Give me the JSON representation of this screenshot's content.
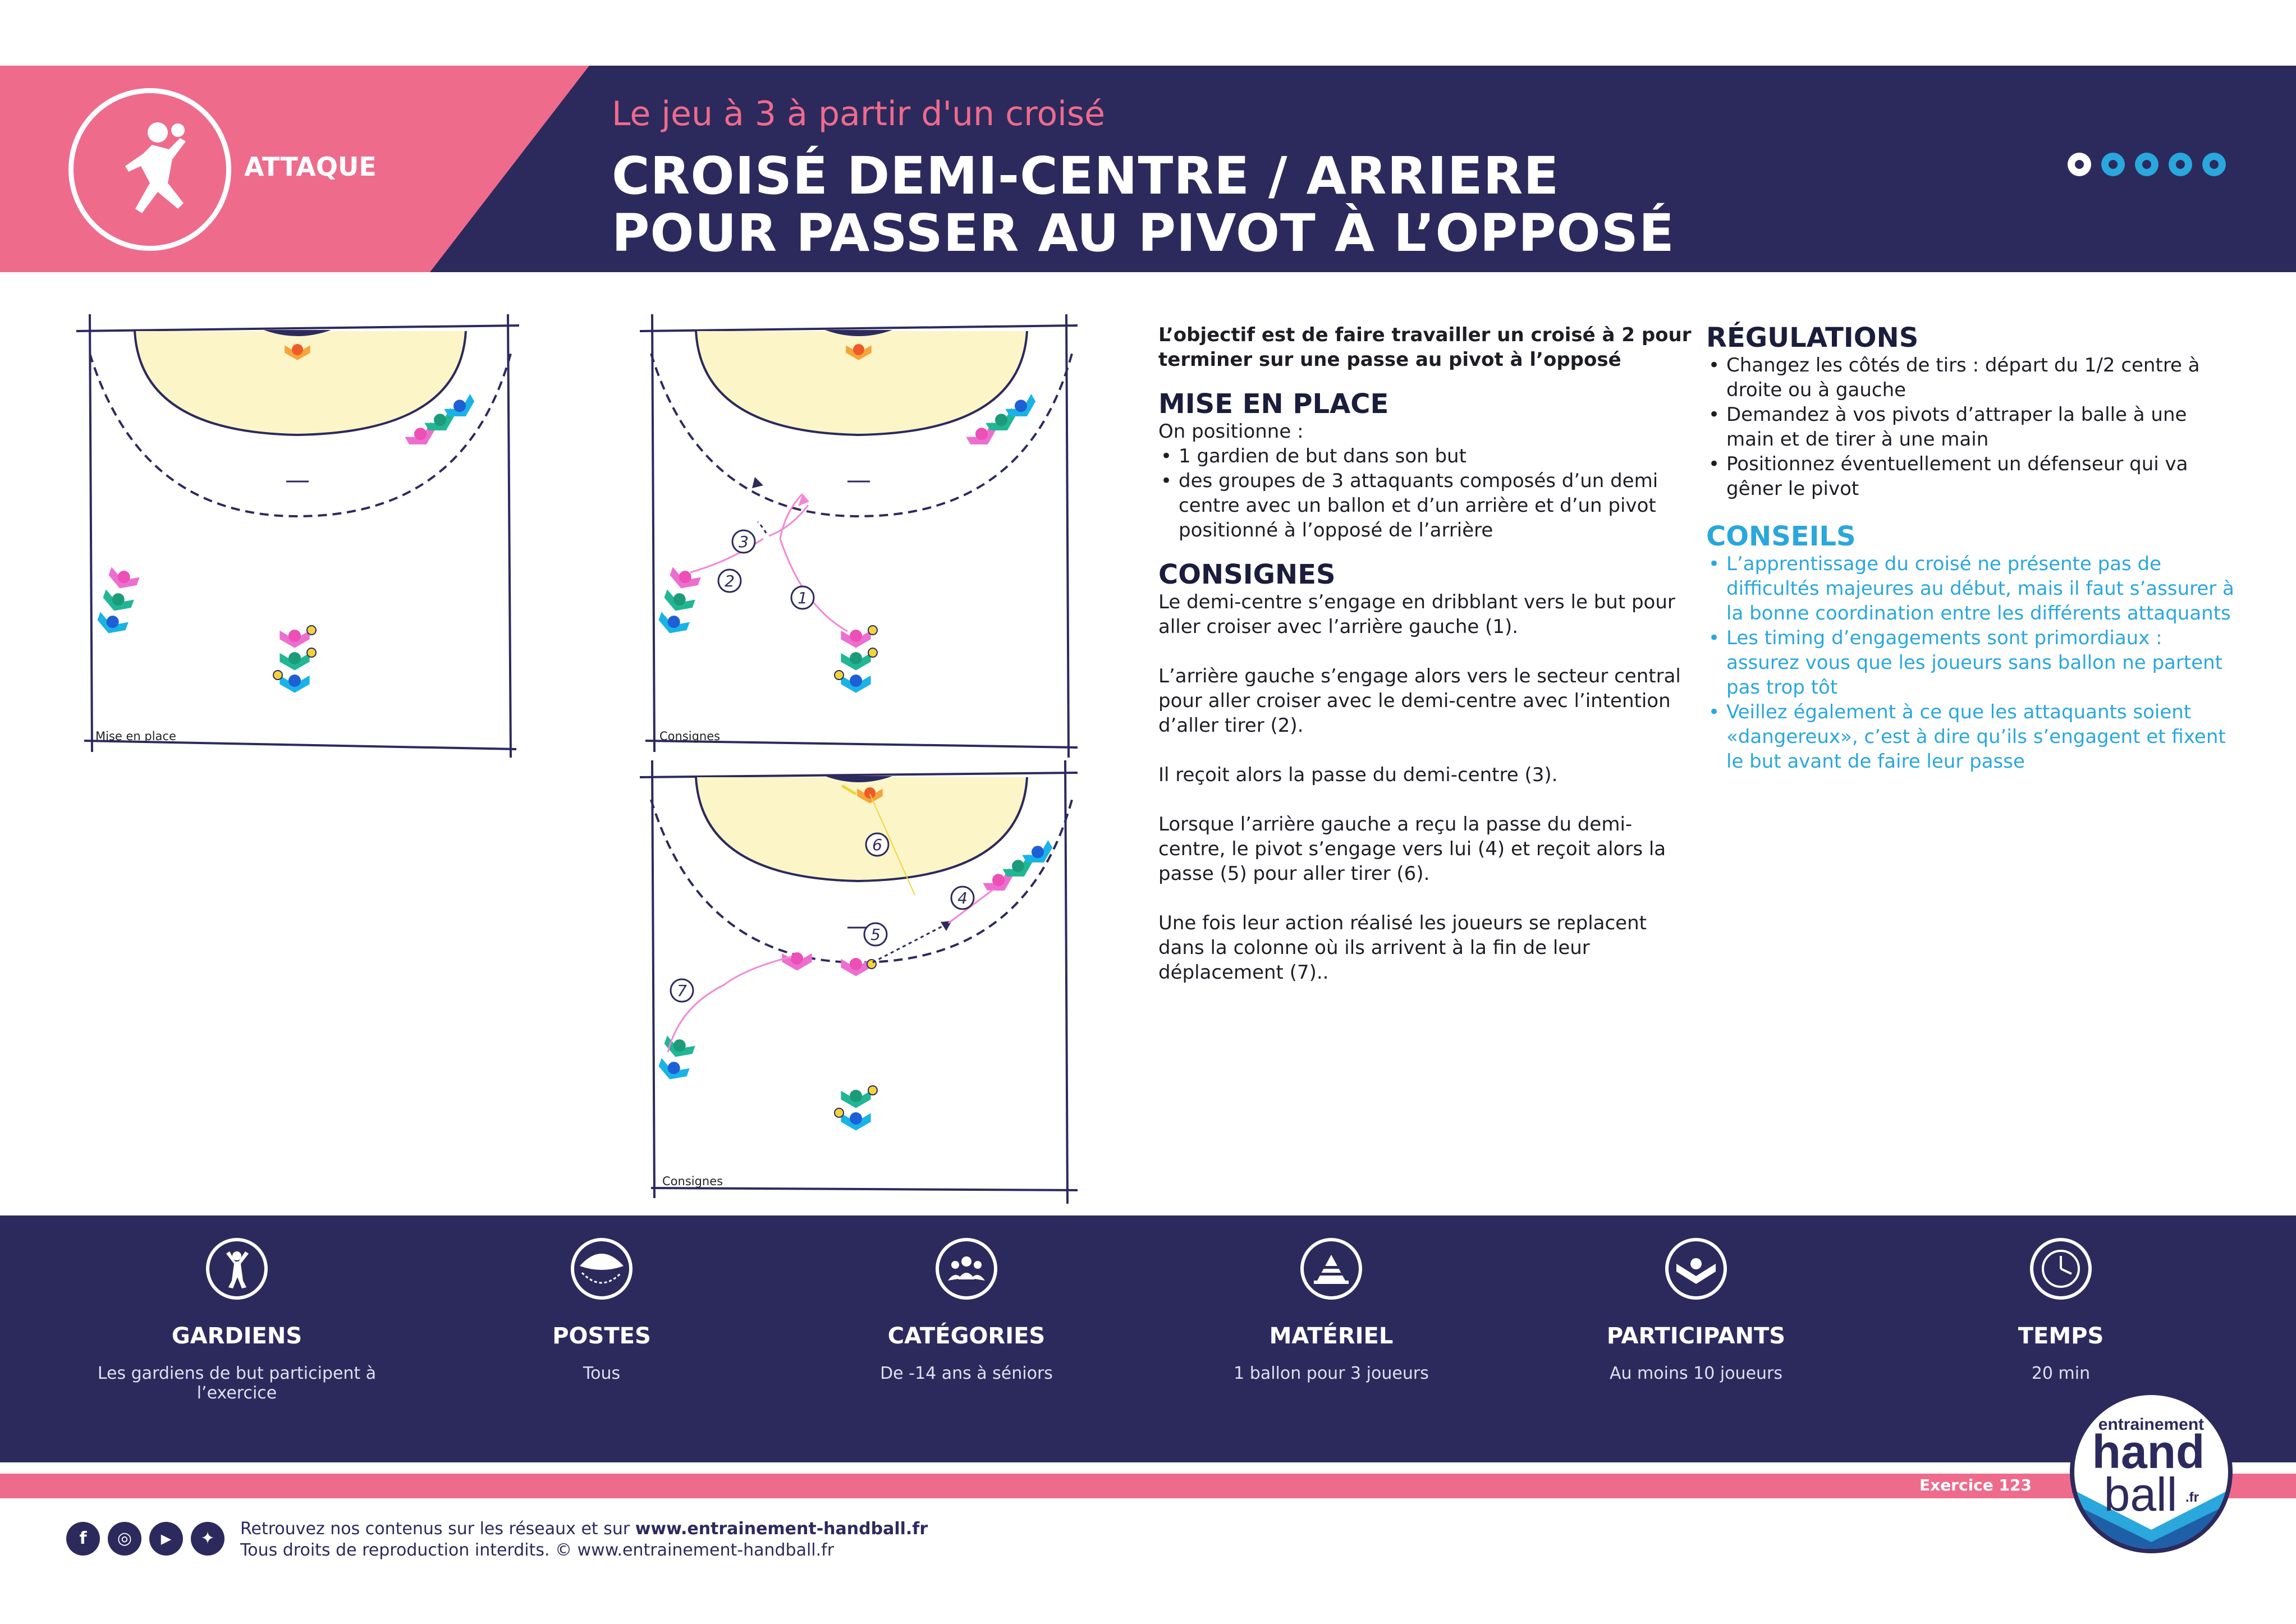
{
  "header": {
    "category": "ATTAQUE",
    "subtitle": "Le jeu à 3 à partir d'un croisé",
    "title_line1": "CROISÉ DEMI-CENTRE / ARRIERE",
    "title_line2": "POUR PASSER AU PIVOT À L’OPPOSÉ",
    "difficulty": {
      "level": 1,
      "max": 5
    }
  },
  "diagrams": {
    "setup_label": "Mise en place",
    "instructions_label": "Consignes",
    "instructions2_label": "Consignes",
    "markers": [
      "1",
      "2",
      "3",
      "4",
      "5",
      "6",
      "7"
    ]
  },
  "content": {
    "objective": "L’objectif est de faire travailler un croisé à 2 pour terminer sur une passe au pivot à l’opposé",
    "setup": {
      "title": "MISE EN PLACE",
      "intro": "On positionne :",
      "items": [
        "1 gardien de but dans son but",
        "des groupes de 3 attaquants composés d’un demi centre avec un ballon et d’un arrière et d’un pivot positionné à l’opposé de l’arrière"
      ]
    },
    "instructions": {
      "title": "CONSIGNES",
      "paragraphs": [
        "Le demi-centre s’engage en dribblant vers le but pour aller croiser avec l’arrière gauche (1).",
        "L’arrière gauche s’engage alors vers le secteur central pour aller croiser avec le demi-centre avec l’intention d’aller tirer (2).",
        "Il reçoit alors la passe du demi-centre (3).",
        "Lorsque l’arrière gauche a reçu la passe du demi-centre, le pivot s’engage vers lui (4) et reçoit alors la passe (5) pour aller tirer (6).",
        "Une fois leur action réalisé les joueurs se replacent dans la colonne où ils arrivent à la fin de leur déplacement (7).."
      ]
    },
    "regulations": {
      "title": "RÉGULATIONS",
      "items": [
        "Changez les côtés de tirs : départ du 1/2 centre à droite ou à gauche",
        "Demandez à vos pivots d’attraper la balle à une main et de tirer à une main",
        "Positionnez éventuellement un défenseur qui va gêner le pivot"
      ]
    },
    "advice": {
      "title": "CONSEILS",
      "items": [
        "L’apprentissage du croisé ne présente pas de difficultés majeures au début, mais il faut s’assurer à la bonne coordination entre les différents attaquants",
        "Les timing d’engagements sont primordiaux : assurez vous que les joueurs sans ballon ne partent pas trop tôt",
        "Veillez également à ce que les attaquants soient «dangereux», c’est à dire qu’ils s’engagent et fixent le but avant de faire leur passe"
      ]
    }
  },
  "info": [
    {
      "label": "GARDIENS",
      "value": "Les gardiens de but participent à l’exercice",
      "icon": "goalkeeper-icon"
    },
    {
      "label": "POSTES",
      "value": "Tous",
      "icon": "positions-icon"
    },
    {
      "label": "CATÉGORIES",
      "value": "De -14 ans à séniors",
      "icon": "group-icon"
    },
    {
      "label": "MATÉRIEL",
      "value": "1 ballon pour 3 joueurs",
      "icon": "cone-icon"
    },
    {
      "label": "PARTICIPANTS",
      "value": "Au moins 10 joueurs",
      "icon": "players-icon"
    },
    {
      "label": "TEMPS",
      "value": "20 min",
      "icon": "clock-icon"
    }
  ],
  "footer": {
    "exercise": "Exercice  123",
    "line1_text": "Retrouvez nos contenus sur les réseaux et sur ",
    "line1_link": "www.entrainement-handball.fr",
    "line2": "Tous droits de reproduction interdits. © www.entrainement-handball.fr",
    "social": [
      {
        "name": "facebook",
        "glyph": "f"
      },
      {
        "name": "instagram",
        "glyph": "◎"
      },
      {
        "name": "youtube",
        "glyph": "▶"
      },
      {
        "name": "twitter",
        "glyph": "✦"
      }
    ],
    "brand": {
      "top": "entrainement",
      "main1": "hand",
      "main2": "ball",
      "suffix": ".fr"
    }
  },
  "colors": {
    "navy": "#2c2a5d",
    "pink": "#ee6b8c",
    "blue": "#2aa7dc",
    "cyan": "#19b3e6",
    "teal": "#21b694",
    "magenta": "#ec6fcf",
    "zone": "#fbf5c8"
  }
}
